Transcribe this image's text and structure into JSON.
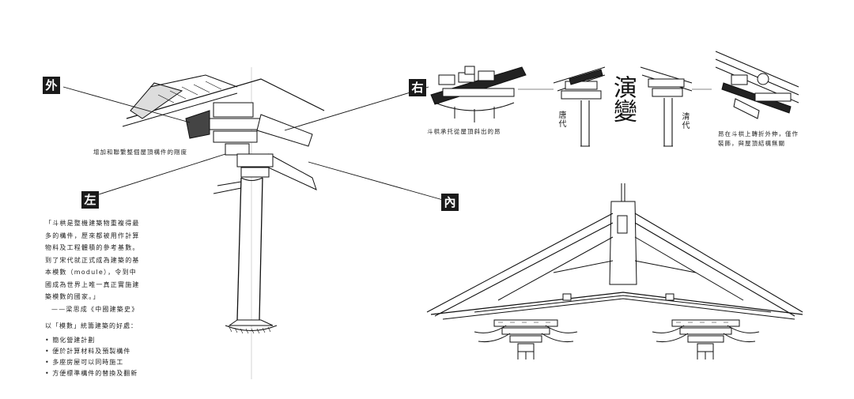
{
  "labels": {
    "outer": "外",
    "right": "右",
    "left": "左",
    "inner": "內"
  },
  "captions": {
    "stiffness": "增加和聯繫整個屋頂構件的剛度",
    "ang_support": "斗栱承托從屋頂斜出的昂",
    "ang_decor": "昂在斗栱上轉折外伸，僅作裝飾，與屋頂結構無關"
  },
  "evolution": {
    "title": "演變",
    "tang": "唐代",
    "qing": "清代"
  },
  "quote": {
    "lines": [
      "「斗栱是整機建築物重複得最",
      "多的構件，歷來都被用作計算",
      "物料及工程體積的參考基數。",
      "到了宋代就正式成為建築的基",
      "本模數（module），令到中",
      "國成為世界上唯一真正實施建",
      "築模數的國家。」"
    ],
    "author": "——梁思成《中國建築史》"
  },
  "benefits": {
    "heading": "以「模數」統籌建築的好處：",
    "items": [
      "簡化營建計劃",
      "便於計算材料及預製構件",
      "多座房屋可以同時施工",
      "方便標準構件的替換及翻新"
    ]
  }
}
